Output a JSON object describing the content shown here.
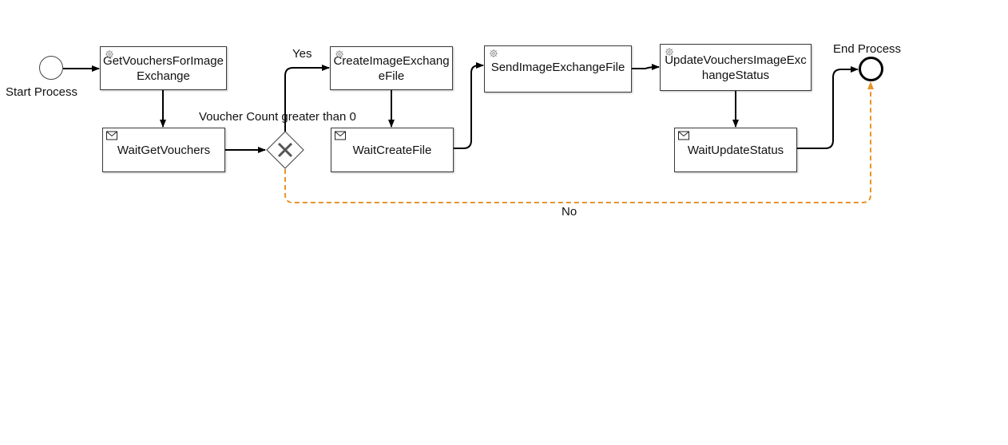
{
  "diagram": {
    "start_event": {
      "label": "Start Process"
    },
    "end_event": {
      "label": "End Process"
    },
    "tasks": [
      {
        "id": "get",
        "label": "GetVouchersForImageExchange",
        "icon": "gear-icon"
      },
      {
        "id": "waitget",
        "label": "WaitGetVouchers",
        "icon": "envelope-icon"
      },
      {
        "id": "create",
        "label": "CreateImageExchangeFile",
        "icon": "gear-icon"
      },
      {
        "id": "waitcreate",
        "label": "WaitCreateFile",
        "icon": "envelope-icon"
      },
      {
        "id": "send",
        "label": "SendImageExchangeFile",
        "icon": "gear-icon"
      },
      {
        "id": "update",
        "label": "UpdateVouchersImageExchangeStatus",
        "icon": "gear-icon"
      },
      {
        "id": "waitupdate",
        "label": "WaitUpdateStatus",
        "icon": "envelope-icon"
      }
    ],
    "gateway": {
      "label": "Voucher Count greater than 0",
      "icon": "exclusive-gateway-x-icon"
    },
    "flows": {
      "yes_label": "Yes",
      "no_label": "No",
      "no_color": "#e8942a",
      "line_color": "#000000"
    }
  }
}
